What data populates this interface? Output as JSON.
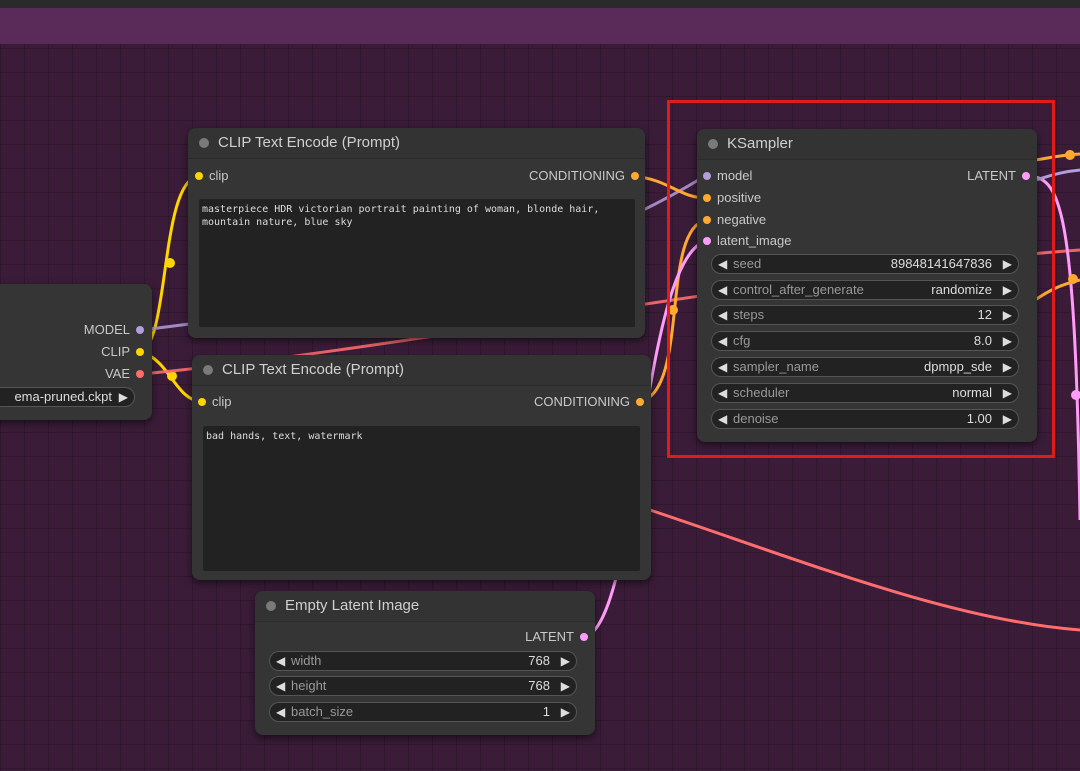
{
  "colors": {
    "canvas": "#3a1c38",
    "node": "#353535",
    "clip_wire": "#ffd500",
    "conditioning_wire": "#ffa931",
    "model_wire": "#b39ddb",
    "vae_wire": "#ff6e6e",
    "latent_wire": "#ff9cf9",
    "highlight": "#e01b1b"
  },
  "checkpoint_node": {
    "outputs": [
      "MODEL",
      "CLIP",
      "VAE"
    ],
    "ckpt_value": "ema-pruned.ckpt"
  },
  "clip_positive": {
    "title": "CLIP Text Encode (Prompt)",
    "input": "clip",
    "output": "CONDITIONING",
    "text": "masterpiece HDR victorian portrait painting of woman, blonde hair,\nmountain nature, blue sky"
  },
  "clip_negative": {
    "title": "CLIP Text Encode (Prompt)",
    "input": "clip",
    "output": "CONDITIONING",
    "text": "bad hands, text, watermark"
  },
  "ksampler": {
    "title": "KSampler",
    "inputs": [
      "model",
      "positive",
      "negative",
      "latent_image"
    ],
    "output": "LATENT",
    "widgets": [
      {
        "label": "seed",
        "value": "89848141647836"
      },
      {
        "label": "control_after_generate",
        "value": "randomize"
      },
      {
        "label": "steps",
        "value": "12"
      },
      {
        "label": "cfg",
        "value": "8.0"
      },
      {
        "label": "sampler_name",
        "value": "dpmpp_sde"
      },
      {
        "label": "scheduler",
        "value": "normal"
      },
      {
        "label": "denoise",
        "value": "1.00"
      }
    ]
  },
  "empty_latent": {
    "title": "Empty Latent Image",
    "output": "LATENT",
    "widgets": [
      {
        "label": "width",
        "value": "768"
      },
      {
        "label": "height",
        "value": "768"
      },
      {
        "label": "batch_size",
        "value": "1"
      }
    ]
  },
  "icons": {
    "arrow_left": "◀",
    "arrow_right": "▶"
  }
}
